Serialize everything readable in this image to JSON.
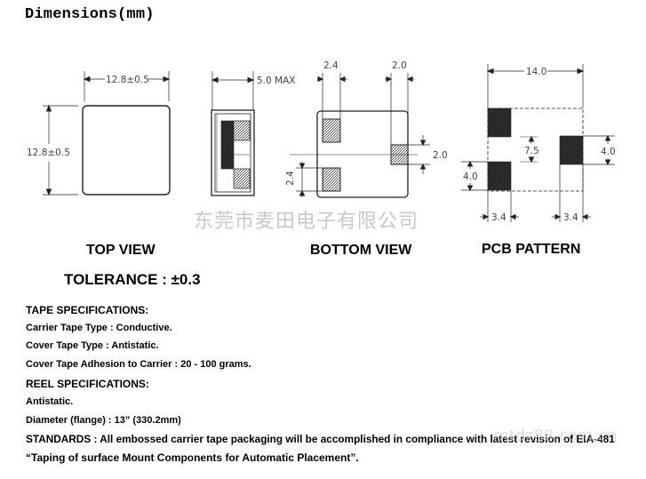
{
  "title": "Dimensions(mm)",
  "watermark": "东莞市麦田电子有限公司",
  "watermark2": "mtdz88.com.cn",
  "dims": {
    "top_width": "12.8±0.5",
    "top_height": "12.8±0.5",
    "side_max": "5.0  MAX",
    "bottom_pad_w": "2.4",
    "bottom_pad_w2": "2.0",
    "bottom_pad_h": "2.0",
    "bottom_pad_h2": "2.4",
    "pcb_span": "14.0",
    "pcb_gap": "7.5",
    "pcb_h_right": "4.0",
    "pcb_h_left": "4.0",
    "pcb_w_left": "3.4",
    "pcb_w_right": "3.4"
  },
  "views": {
    "top": "TOP VIEW",
    "bottom": "BOTTOM VIEW",
    "pcb": "PCB PATTERN"
  },
  "tolerance": "TOLERANCE :  ±0.3",
  "specs": [
    {
      "text": "TAPE SPECIFICATIONS:",
      "style": "h"
    },
    {
      "text": "Carrier Tape Type : Conductive.",
      "style": "s"
    },
    {
      "text": "Cover Tape Type : Antistatic.",
      "style": "s"
    },
    {
      "text": "Cover Tape Adhesion to Carrier : 20 - 100 grams.",
      "style": "s"
    },
    {
      "text": "REEL SPECIFICATIONS:",
      "style": "h"
    },
    {
      "text": "Antistatic.",
      "style": "s"
    },
    {
      "text": "Diameter (flange) : 13” (330.2mm)",
      "style": "s"
    },
    {
      "text": "STANDARDS : All embossed carrier tape packaging will be accomplished in compliance with latest revision of EIA-481",
      "style": "h"
    },
    {
      "text": "“Taping of surface Mount Components for Automatic Placement”.",
      "style": "h"
    }
  ],
  "colors": {
    "pad_fill": "#2a2a2a",
    "line": "#222222"
  }
}
